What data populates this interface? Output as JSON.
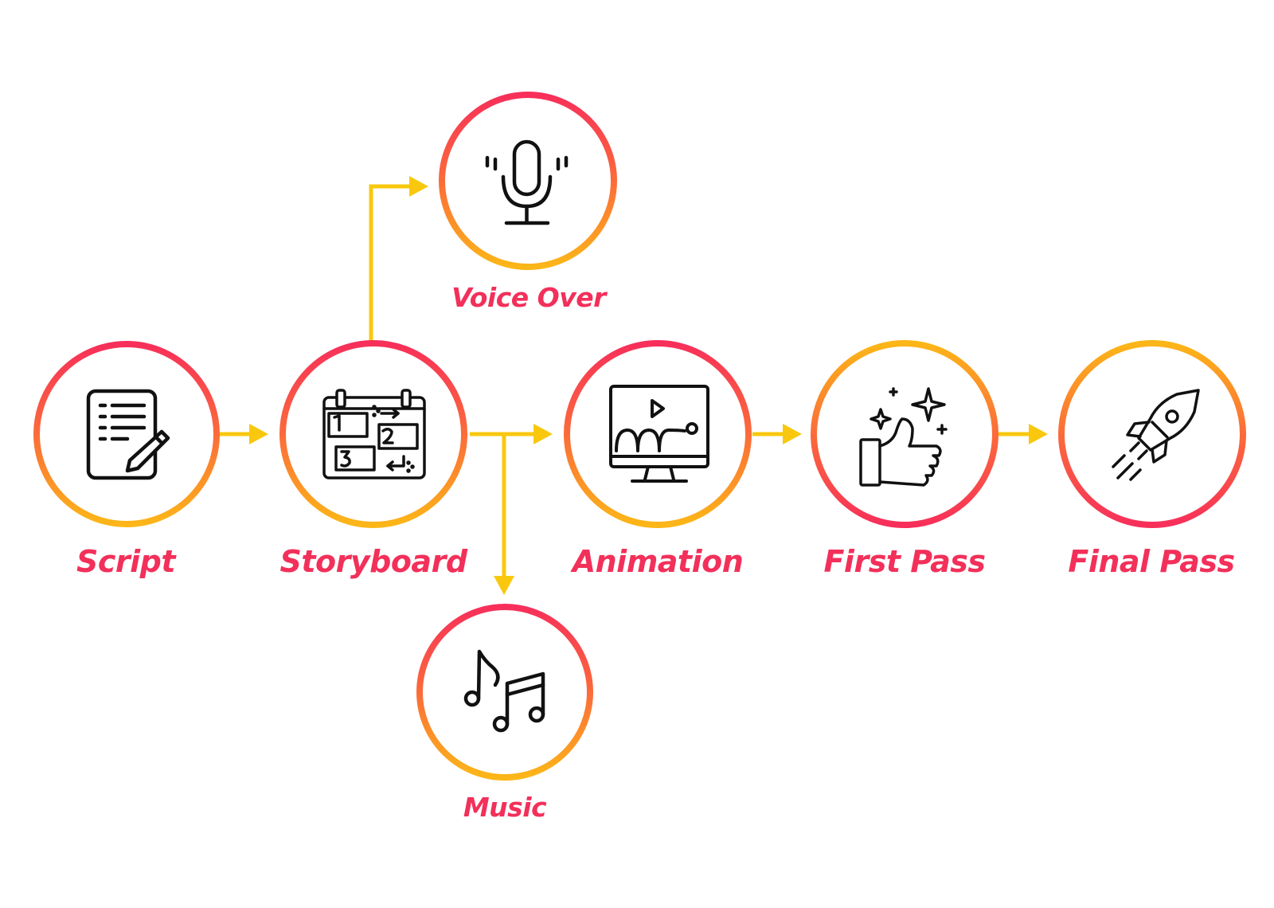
{
  "diagram": {
    "colors": {
      "ring_red": "#f72f5a",
      "ring_orange": "#fcb617",
      "connector": "#f9c80e",
      "label": "#f2305a",
      "icon": "#111111"
    },
    "nodes": [
      {
        "id": "script",
        "label": "Script",
        "icon": "document-pencil-icon"
      },
      {
        "id": "storyboard",
        "label": "Storyboard",
        "icon": "storyboard-icon"
      },
      {
        "id": "voice-over",
        "label": "Voice Over",
        "icon": "microphone-icon"
      },
      {
        "id": "music",
        "label": "Music",
        "icon": "music-notes-icon"
      },
      {
        "id": "animation",
        "label": "Animation",
        "icon": "monitor-animation-icon"
      },
      {
        "id": "first-pass",
        "label": "First Pass",
        "icon": "thumbs-up-icon"
      },
      {
        "id": "final-pass",
        "label": "Final Pass",
        "icon": "rocket-icon"
      }
    ],
    "edges": [
      {
        "from": "script",
        "to": "storyboard"
      },
      {
        "from": "storyboard",
        "to": "voice-over"
      },
      {
        "from": "storyboard",
        "to": "animation"
      },
      {
        "from": "storyboard",
        "to": "music"
      },
      {
        "from": "animation",
        "to": "first-pass"
      },
      {
        "from": "first-pass",
        "to": "final-pass"
      }
    ]
  }
}
